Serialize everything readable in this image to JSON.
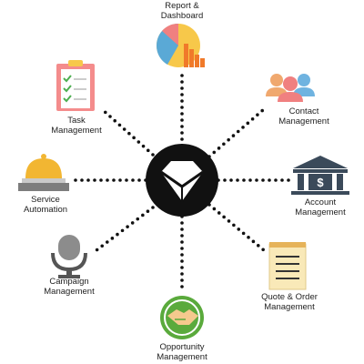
{
  "hub": {
    "icon": "diamond-logo-icon",
    "color": "#111111",
    "icon_color": "#ffffff"
  },
  "connector": {
    "style": "dotted",
    "color": "#111111"
  },
  "modules": [
    {
      "id": "report-dashboard",
      "icon": "pie-and-bar-chart-icon",
      "label_lines": [
        "Report &",
        "Dashboard"
      ]
    },
    {
      "id": "contact-management",
      "icon": "people-group-icon",
      "label_lines": [
        "Contact",
        "Management"
      ]
    },
    {
      "id": "account-management",
      "icon": "bank-building-icon",
      "label_lines": [
        "Account",
        "Management"
      ]
    },
    {
      "id": "quote-order-management",
      "icon": "receipt-notepad-icon",
      "label_lines": [
        "Quote & Order",
        "Management"
      ]
    },
    {
      "id": "opportunity-management",
      "icon": "handshake-icon",
      "label_lines": [
        "Opportunity",
        "Management"
      ]
    },
    {
      "id": "campaign-management",
      "icon": "microphone-icon",
      "label_lines": [
        "Campaign",
        "Management"
      ]
    },
    {
      "id": "service-automation",
      "icon": "service-bell-icon",
      "label_lines": [
        "Service",
        "Automation"
      ]
    },
    {
      "id": "task-management",
      "icon": "clipboard-checklist-icon",
      "label_lines": [
        "Task",
        "Management"
      ]
    }
  ],
  "colors": {
    "pie_blue": "#5aa9d6",
    "pie_pink": "#f08080",
    "pie_yellow": "#f7c84a",
    "bar_orange": "#f07a2a",
    "clipboard_pink": "#f48c8c",
    "check_green": "#4caf50",
    "bell_gold": "#f2b632",
    "bank_slate": "#3b4a5a",
    "handshake_green": "#5aaa3c",
    "mic_grey": "#777777",
    "people_orange": "#f0a86e"
  }
}
